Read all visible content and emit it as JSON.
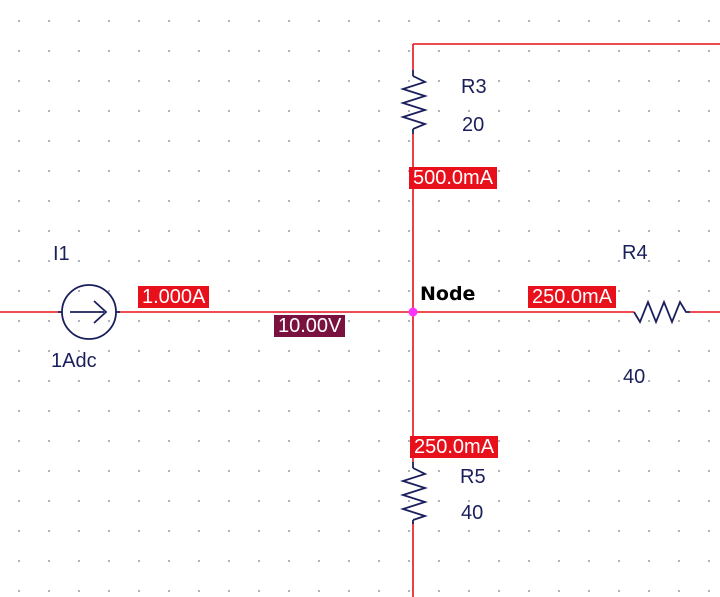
{
  "colors": {
    "wire": "#e8101a",
    "component": "#1a1f5c",
    "current_tag": "#e8101a",
    "voltage_tag": "#7a1240",
    "node_marker": "#ff33ff",
    "grid_dot": "#9aa0b0"
  },
  "components": {
    "i1": {
      "ref": "I1",
      "value": "1Adc",
      "type": "current-source"
    },
    "r3": {
      "ref": "R3",
      "value": "20",
      "type": "resistor"
    },
    "r4": {
      "ref": "R4",
      "value": "40",
      "type": "resistor"
    },
    "r5": {
      "ref": "R5",
      "value": "40",
      "type": "resistor"
    }
  },
  "node": {
    "label": "Node"
  },
  "markers": {
    "i_source": "1.000A",
    "i_r3": "500.0mA",
    "i_r4": "250.0mA",
    "i_r5": "250.0mA",
    "v_node": "10.00V"
  }
}
